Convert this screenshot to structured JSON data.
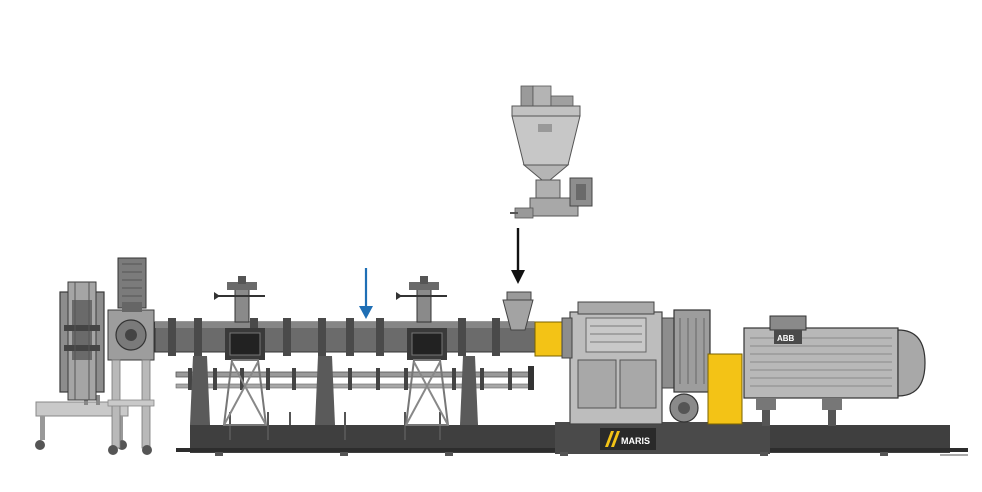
{
  "drawing": {
    "brand_label": "MARIS",
    "motor_plate_label": "ABB",
    "colors": {
      "background": "#ffffff",
      "barrel": "#6b6b6b",
      "barrel_dark": "#4a4a4a",
      "base": "#3f3f3f",
      "machine_light": "#bdbdbd",
      "machine_mid": "#9d9d9d",
      "accent_yellow": "#f3c316",
      "arrow_blue": "#1f6fb5",
      "arrow_black": "#111111"
    },
    "components": [
      "screen-changer",
      "pelletizer-drive",
      "extruder-barrel",
      "vent-stack-1",
      "vent-stack-2",
      "side-feed-arrow",
      "gravimetric-feeder",
      "main-feed-arrow",
      "feed-throat",
      "gearbox",
      "coupling",
      "electric-motor",
      "machine-base"
    ]
  }
}
